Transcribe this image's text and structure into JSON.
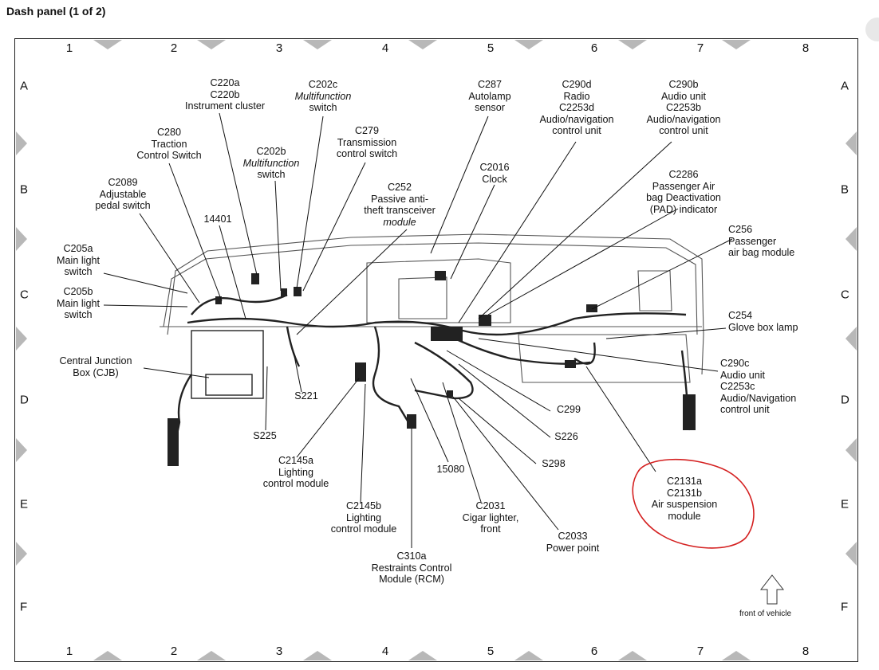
{
  "title": "Dash panel (1 of 2)",
  "grid": {
    "columns": [
      "1",
      "2",
      "3",
      "4",
      "5",
      "6",
      "7",
      "8"
    ],
    "rows": [
      "A",
      "B",
      "C",
      "D",
      "E",
      "F"
    ]
  },
  "labels": {
    "c220": [
      "C220a",
      "C220b",
      "Instrument cluster"
    ],
    "c202c": [
      "C202c",
      "Multifunction",
      "switch"
    ],
    "c287": [
      "C287",
      "Autolamp",
      "sensor"
    ],
    "c290d": [
      "C290d",
      "Radio",
      "C2253d",
      "Audio/navigation",
      "control unit"
    ],
    "c290b": [
      "C290b",
      "Audio unit",
      "C2253b",
      "Audio/navigation",
      "control unit"
    ],
    "c280": [
      "C280",
      "Traction",
      "Control Switch"
    ],
    "c279": [
      "C279",
      "Transmission",
      "control switch"
    ],
    "c202b": [
      "C202b",
      "Multifunction",
      "switch"
    ],
    "c2016": [
      "C2016",
      "Clock"
    ],
    "c2089": [
      "C2089",
      "Adjustable",
      "pedal switch"
    ],
    "c252": [
      "C252",
      "Passive anti-",
      "theft transceiver",
      "module"
    ],
    "c2286": [
      "C2286",
      "Passenger Air",
      "bag Deactivation",
      "(PAD) indicator"
    ],
    "s14401": [
      "14401"
    ],
    "c256": [
      "C256",
      "Passenger",
      "air bag module"
    ],
    "c205a": [
      "C205a",
      "Main light",
      "switch"
    ],
    "c205b": [
      "C205b",
      "Main light",
      "switch"
    ],
    "c254": [
      "C254",
      "Glove box lamp"
    ],
    "cjb": [
      "Central Junction",
      "Box (CJB)"
    ],
    "c290c": [
      "C290c",
      "Audio unit",
      "C2253c",
      "Audio/Navigation",
      "control unit"
    ],
    "s221": [
      "S221"
    ],
    "c299": [
      "C299"
    ],
    "s225": [
      "S225"
    ],
    "s226": [
      "S226"
    ],
    "c2145a": [
      "C2145a",
      "Lighting",
      "control module"
    ],
    "s298": [
      "S298"
    ],
    "n15080": [
      "15080"
    ],
    "c2131": [
      "C2131a",
      "C2131b",
      "Air suspension",
      "module"
    ],
    "c2145b": [
      "C2145b",
      "Lighting",
      "control module"
    ],
    "c2031": [
      "C2031",
      "Cigar lighter,",
      "front"
    ],
    "c2033": [
      "C2033",
      "Power point"
    ],
    "c310a": [
      "C310a",
      "Restraints Control",
      "Module (RCM)"
    ]
  },
  "front_of_vehicle": "front of vehicle",
  "highlight_color": "#d42020"
}
